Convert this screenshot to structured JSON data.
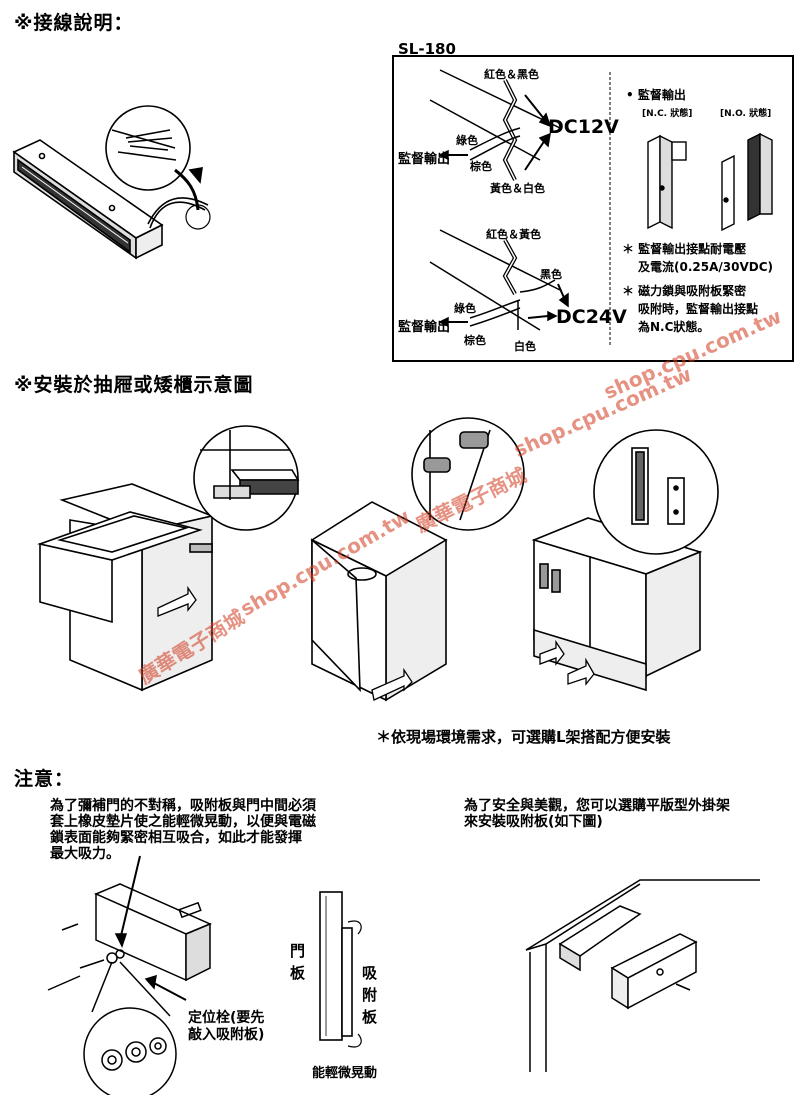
{
  "sections": {
    "wiring_title": "※接線說明：",
    "install_title": "※安裝於抽屜或矮櫃示意圖",
    "caution_title": "注意："
  },
  "wiring_box": {
    "model": "SL-180",
    "dc12": {
      "wire_red_black": "紅色＆黑色",
      "wire_green": "綠色",
      "wire_brown": "棕色",
      "wire_yellow_white": "黃色＆白色",
      "monitor_output": "監督輸出",
      "voltage": "DC12V"
    },
    "dc24": {
      "wire_red_yellow": "紅色＆黃色",
      "wire_black": "黑色",
      "wire_green": "綠色",
      "wire_brown": "棕色",
      "wire_white": "白色",
      "monitor_output": "監督輸出",
      "voltage": "DC24V"
    },
    "monitor": {
      "title": "• 監督輸出",
      "nc_state": "[N.C. 狀態]",
      "no_state": "[N.O. 狀態]",
      "note1_a": "＊ 監督輸出接點耐電壓",
      "note1_b": "及電流(0.25A/30VDC)",
      "note2_a": "＊ 磁力鎖與吸附板緊密",
      "note2_b": "吸附時，監督輸出接點",
      "note2_c": "為N.C狀態。"
    }
  },
  "install_note": "＊依現場環境需求，可選購L架搭配方便安裝",
  "caution": {
    "left_lines": [
      "為了彌補門的不對稱，吸附板與門中間必須",
      "套上橡皮墊片使之能輕微晃動，以便與電磁",
      "鎖表面能夠緊密相互吸合，如此才能發揮",
      "最大吸力。"
    ],
    "right_lines": [
      "為了安全與美觀，您可以選購平版型外掛架",
      "來安裝吸附板(如下圖)"
    ],
    "pin_label_1": "定位栓(要先",
    "pin_label_2": "敲入吸附板)",
    "door_label": "門板",
    "plate_label": "吸附板",
    "sway_label": "能輕微晃動"
  },
  "watermarks": {
    "url": "shop.cpu.com.tw",
    "store": "廣華電子商城"
  }
}
